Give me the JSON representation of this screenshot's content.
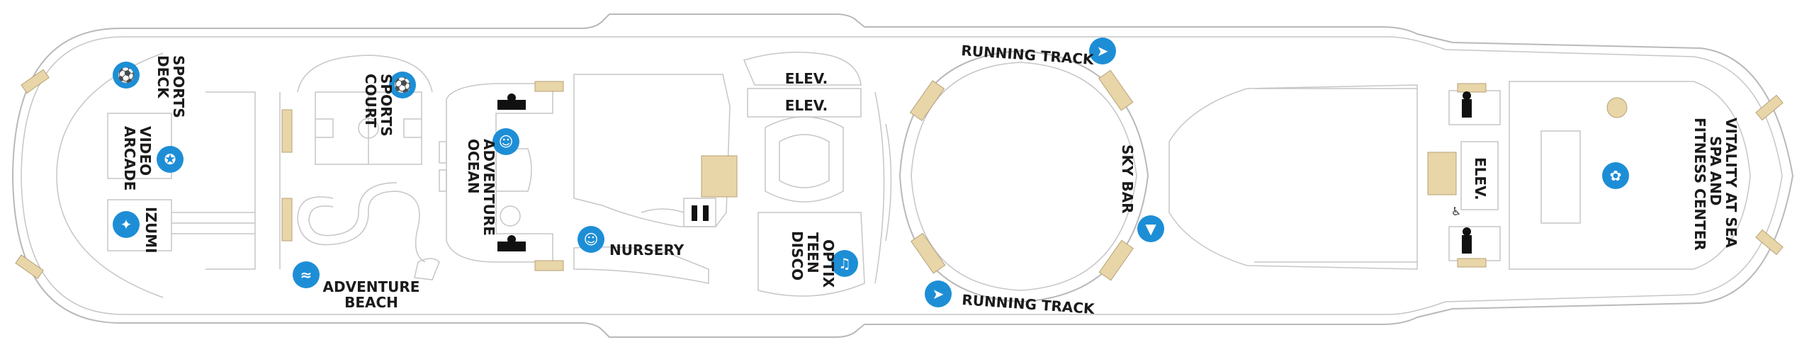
{
  "map": {
    "labels": {
      "sports_deck": [
        "SPORTS",
        "DECK"
      ],
      "video_arcade": [
        "VIDEO",
        "ARCADE"
      ],
      "sports_court": [
        "SPORTS",
        "COURT"
      ],
      "izumi": "IZUMI",
      "adventure_beach": [
        "ADVENTURE",
        "BEACH"
      ],
      "adventure_ocean": [
        "ADVENTURE",
        "OCEAN"
      ],
      "nursery": "NURSERY",
      "elev_top": "ELEV.",
      "elev_mid": "ELEV.",
      "elev_aft": "ELEV.",
      "optix_teen_disco": [
        "OPTIX",
        "TEEN",
        "DISCO"
      ],
      "running_track_top": "RUNNING TRACK",
      "running_track_bottom": "RUNNING TRACK",
      "sky_bar": "SKY BAR",
      "vitality_spa": [
        "VITALITY AT SEA",
        "SPA AND",
        "FITNESS CENTER"
      ]
    },
    "icons": {
      "sports": "sports-icon",
      "arcade": "joystick-icon",
      "court": "sports-icon",
      "dining": "dining-icon",
      "pool": "swimming-icon",
      "kids": "kids-icon",
      "nursery": "stroller-icon",
      "disco": "music-icon",
      "track": "running-icon",
      "bar": "cocktail-icon",
      "spa": "spa-icon",
      "restroom": "restroom-icon"
    },
    "colors": {
      "icon_fill": "#1d8ed6",
      "outline": "#b9b9b9",
      "stairs": "#e8d5a8",
      "label": "#1a1a1a"
    }
  }
}
